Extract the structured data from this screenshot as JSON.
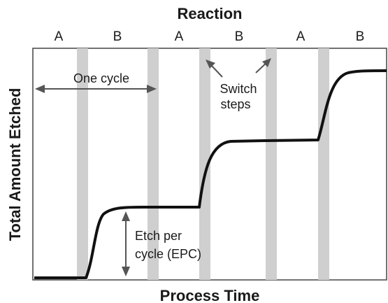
{
  "chart_data": {
    "type": "line",
    "title": "Reaction",
    "xlabel": "Process Time",
    "ylabel": "Total Amount Etched",
    "phases": [
      "A",
      "B",
      "A",
      "B",
      "A",
      "B"
    ],
    "annotations": {
      "cycle": "One cycle",
      "switch_line1": "Switch",
      "switch_line2": "steps",
      "epc_line1": "Etch per",
      "epc_line2": "cycle (EPC)"
    },
    "steps": [
      {
        "x0": 0.0,
        "x1": 0.15,
        "level": 0
      },
      {
        "x0": 0.15,
        "x1": 0.468,
        "level": 1
      },
      {
        "x0": 0.468,
        "x1": 0.808,
        "level": 2
      },
      {
        "x0": 0.808,
        "x1": 1.0,
        "level": 3
      }
    ],
    "colors": {
      "curve": "#111111",
      "switch_band": "#cfcfcf",
      "arrow": "#555555",
      "frame": "#444444"
    }
  }
}
